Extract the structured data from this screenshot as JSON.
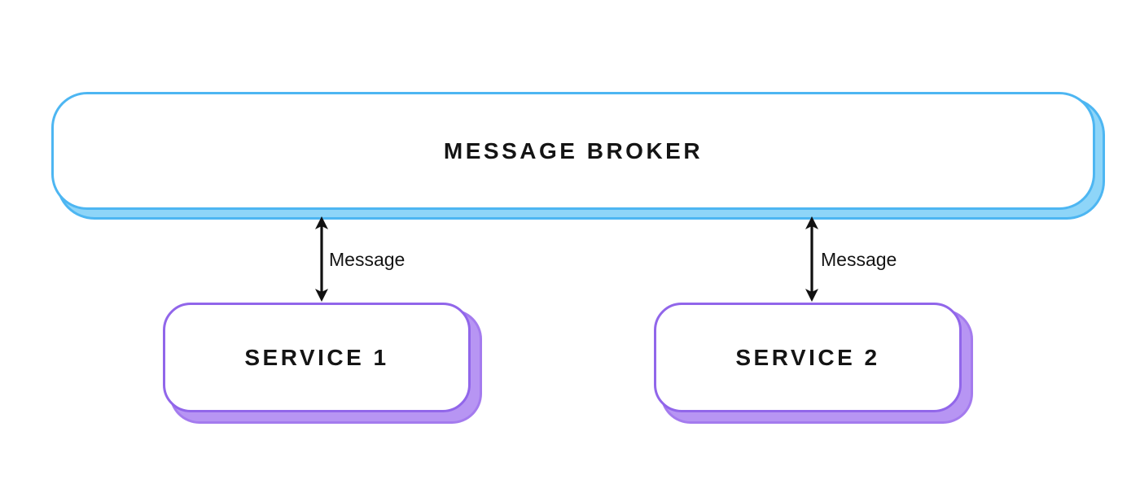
{
  "broker": {
    "label": "MESSAGE BROKER"
  },
  "services": [
    {
      "label": "SERVICE 1"
    },
    {
      "label": "SERVICE 2"
    }
  ],
  "connections": [
    {
      "label": "Message",
      "from": "MESSAGE BROKER",
      "to": "SERVICE 1",
      "direction": "bidirectional"
    },
    {
      "label": "Message",
      "from": "MESSAGE BROKER",
      "to": "SERVICE 2",
      "direction": "bidirectional"
    }
  ],
  "colors": {
    "broker_border": "#4db6f2",
    "broker_shadow_fill": "#8ed5f8",
    "service_border": "#9166ea",
    "service_shadow_fill": "#b795f3",
    "service_shadow_rim": "#a47bee",
    "arrow": "#111111",
    "text": "#141414",
    "background": "#ffffff"
  }
}
